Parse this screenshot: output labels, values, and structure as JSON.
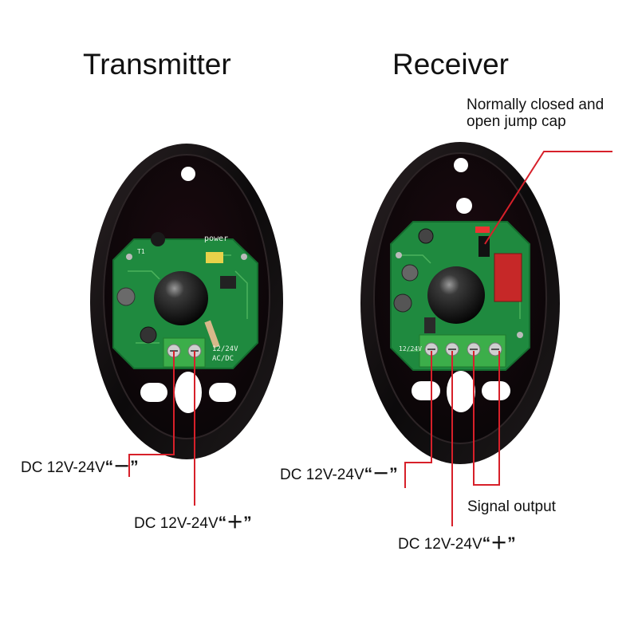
{
  "titles": {
    "transmitter": "Transmitter",
    "receiver": "Receiver"
  },
  "labels": {
    "jump_cap_line1": "Normally closed and",
    "jump_cap_line2": "open jump cap",
    "signal_output": "Signal output",
    "tx_minus": {
      "text": "DC 12V-24V",
      "sign": "“－”"
    },
    "tx_plus": {
      "text": "DC 12V-24V",
      "sign": "“＋”"
    },
    "rx_minus": {
      "text": "DC 12V-24V",
      "sign": "“－”"
    },
    "rx_plus": {
      "text": "DC 12V-24V",
      "sign": "“＋”"
    }
  },
  "board_text": {
    "tx_power": "power",
    "tx_voltage": "12/24V",
    "tx_acdc": "AC/DC",
    "tx_t1": "T1",
    "rx_voltage": "12/24V"
  },
  "colors": {
    "leader_line": "#d7202a",
    "pcb": "#1f8a3f",
    "housing": "#0f0c0d",
    "terminal": "#3cae4a"
  }
}
